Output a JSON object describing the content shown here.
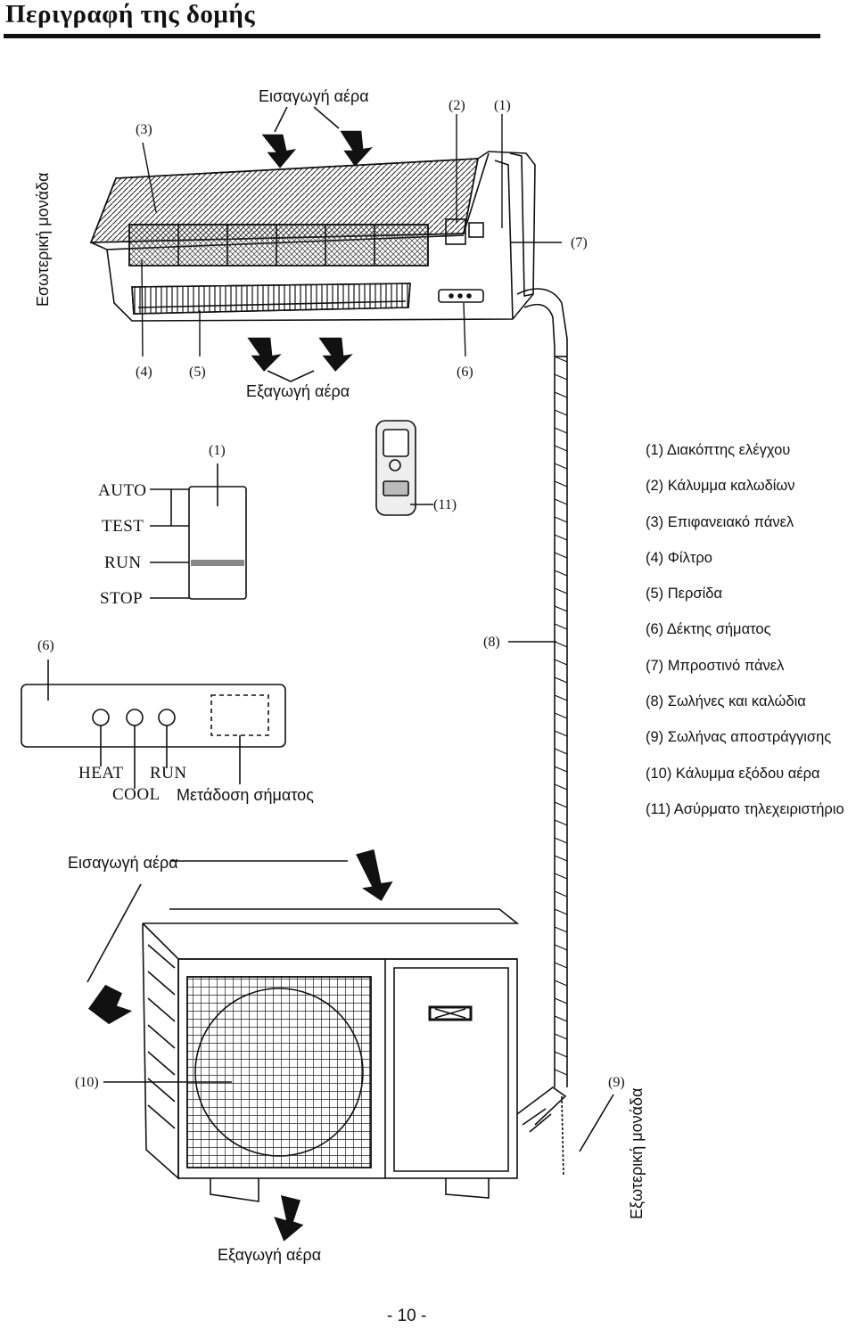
{
  "page": {
    "title": "Περιγραφή της δομής",
    "page_number": "- 10 -"
  },
  "indoor": {
    "vertical_label": "Εσωτερική μονάδα",
    "air_intake": "Εισαγωγή αέρα",
    "air_outlet": "Εξαγωγή αέρα",
    "callouts": {
      "c1": "(1)",
      "c2": "(2)",
      "c3": "(3)",
      "c4": "(4)",
      "c5": "(5)",
      "c6": "(6)",
      "c7": "(7)"
    }
  },
  "control_switch": {
    "callout": "(1)",
    "labels": [
      "AUTO",
      "TEST",
      "RUN",
      "STOP"
    ]
  },
  "remote": {
    "callout": "(11)"
  },
  "piping": {
    "callout": "(8)"
  },
  "display_panel": {
    "callout": "(6)",
    "heat": "HEAT",
    "run": "RUN",
    "cool": "COOL",
    "signal": "Μετάδοση σήματος"
  },
  "outdoor": {
    "vertical_label": "Εξωτερική μονάδα",
    "air_intake": "Εισαγωγή αέρα",
    "air_outlet": "Εξαγωγή αέρα",
    "callout_10": "(10)",
    "callout_9": "(9)"
  },
  "legend": [
    "(1) Διακόπτης ελέγχου",
    "(2) Κάλυμμα καλωδίων",
    "(3) Επιφανειακό πάνελ",
    "(4) Φίλτρο",
    "(5) Περσίδα",
    "(6) Δέκτης σήματος",
    "(7) Μπροστινό πάνελ",
    "(8) Σωλήνες και καλώδια",
    "(9) Σωλήνας αποστράγγισης",
    "(10) Κάλυμμα εξόδου αέρα",
    "(11) Ασύρματο τηλεχειριστήριο"
  ]
}
